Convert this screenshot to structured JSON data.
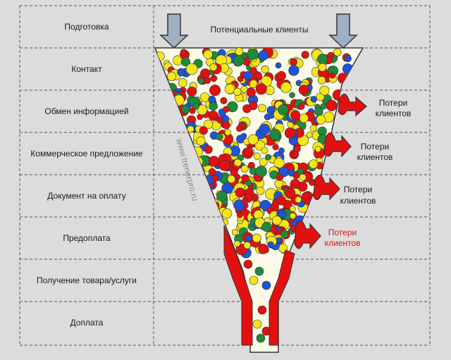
{
  "stages": [
    "Подготовка",
    "Контакт",
    "Обмен информацией",
    "Коммерческое предложение",
    "Документ на оплату",
    "Предоплата",
    "Получение товара/услуги",
    "Доплата"
  ],
  "top_label": "Потенциальные клиенты",
  "losses": [
    {
      "line1": "Потери",
      "line2": "клиентов",
      "color": "#1a1a1a"
    },
    {
      "line1": "Потери",
      "line2": "клиентов",
      "color": "#1a1a1a"
    },
    {
      "line1": "Потери",
      "line2": "клиентов",
      "color": "#1a1a1a"
    },
    {
      "line1": "Потери",
      "line2": "клиентов",
      "color": "#e41010"
    }
  ],
  "watermark": "www.trenerpro.ru",
  "colors": {
    "background": "#dcdcdc",
    "funnel_fill": "#fbfbe8",
    "funnel_wall": "#e41010",
    "ball_red": "#e41010",
    "ball_green": "#1f8a3b",
    "ball_yellow": "#f5e61a",
    "ball_blue": "#1d55d8",
    "arrow_fill": "#9fb0c4"
  }
}
